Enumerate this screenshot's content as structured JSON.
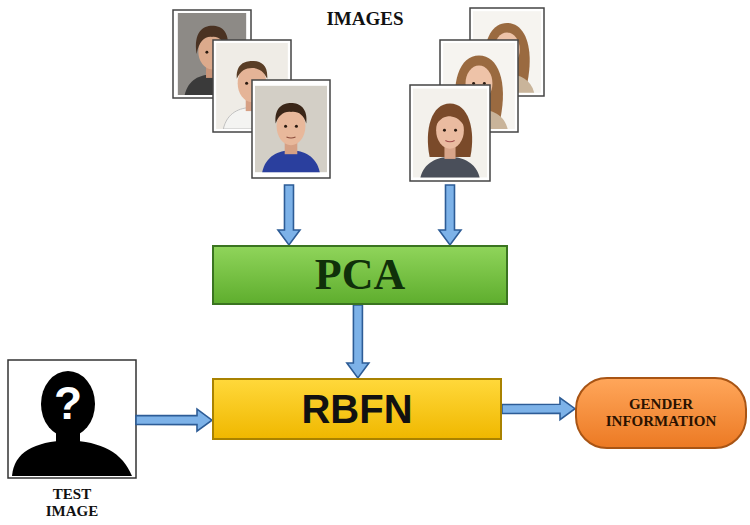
{
  "diagram": {
    "nodes": [
      {
        "text": [
          "IMAGES"
        ]
      },
      {
        "text": [
          "PCA"
        ]
      },
      {
        "text": [
          "TEST IMAGE"
        ]
      },
      {
        "text": [
          "RBFN"
        ]
      },
      {
        "text": [
          "GENDER INFORMATION"
        ]
      }
    ],
    "edges": [
      {
        "from": 0,
        "to": 1,
        "arrow": "to"
      },
      {
        "from": 0,
        "to": 1,
        "arrow": "to"
      },
      {
        "from": 1,
        "to": 3,
        "arrow": "to"
      },
      {
        "from": 2,
        "to": 3,
        "arrow": "to"
      },
      {
        "from": 3,
        "to": 4,
        "arrow": "to"
      }
    ],
    "labels": [
      "?"
    ]
  }
}
